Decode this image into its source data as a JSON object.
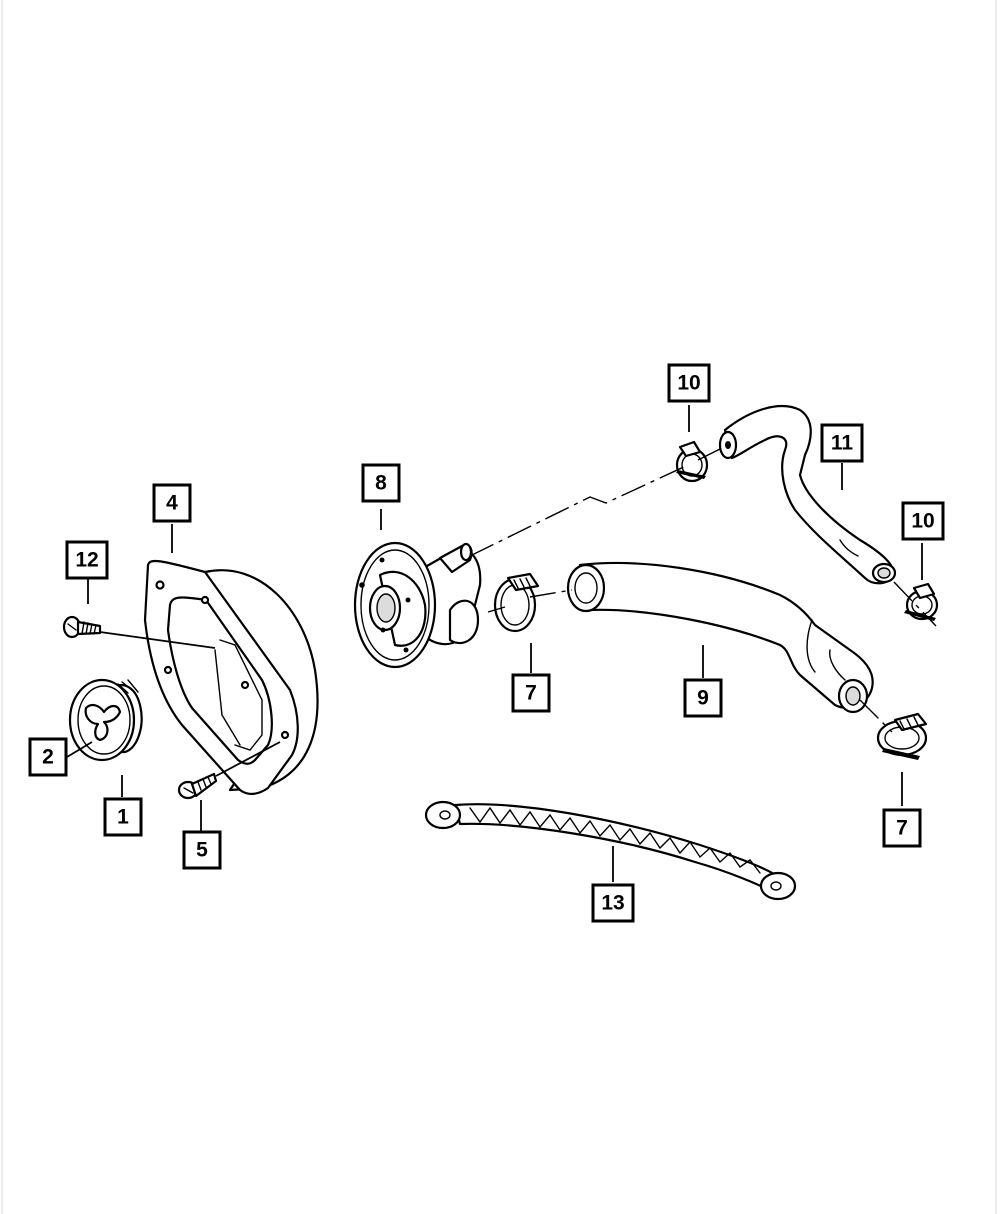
{
  "callouts": {
    "c1": "1",
    "c2": "2",
    "c4": "4",
    "c5": "5",
    "c7a": "7",
    "c7b": "7",
    "c8": "8",
    "c9": "9",
    "c10a": "10",
    "c10b": "10",
    "c11": "11",
    "c12": "12",
    "c13": "13"
  }
}
